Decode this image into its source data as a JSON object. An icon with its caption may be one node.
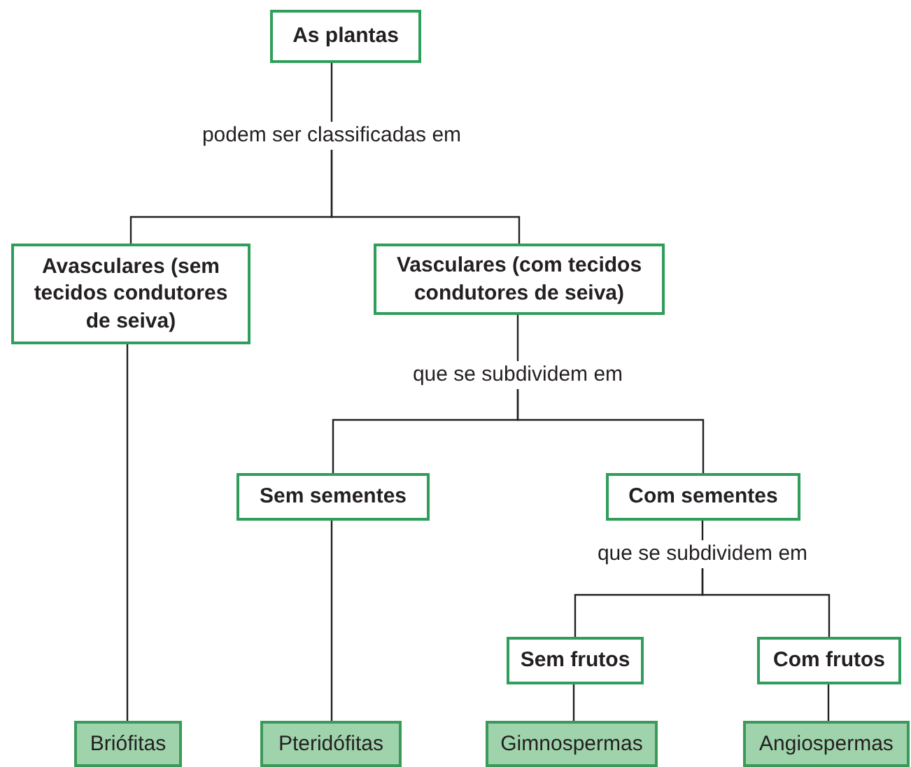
{
  "diagram": {
    "nodes": [
      {
        "text": [
          "As plantas"
        ]
      },
      {
        "text": [
          "podem ser classificadas em"
        ]
      },
      {
        "text": [
          "Avasculares (sem tecidos condutores de seiva)"
        ]
      },
      {
        "text": [
          "Vasculares (com tecidos condutores de seiva)"
        ]
      },
      {
        "text": [
          "que se subdividem em"
        ]
      },
      {
        "text": [
          "Sem sementes"
        ]
      },
      {
        "text": [
          "Com sementes"
        ]
      },
      {
        "text": [
          "que se subdividem em"
        ]
      },
      {
        "text": [
          "Sem frutos"
        ]
      },
      {
        "text": [
          "Com frutos"
        ]
      },
      {
        "text": [
          "Briófitas"
        ]
      },
      {
        "text": [
          "Pteridófitas"
        ]
      },
      {
        "text": [
          "Gimnospermas"
        ]
      },
      {
        "text": [
          "Angiospermas"
        ]
      }
    ],
    "edges": [
      {
        "from": 0,
        "to": 1,
        "arrow": "none"
      },
      {
        "from": 1,
        "to": 2,
        "arrow": "none"
      },
      {
        "from": 1,
        "to": 3,
        "arrow": "none"
      },
      {
        "from": 2,
        "to": 10,
        "arrow": "none"
      },
      {
        "from": 3,
        "to": 4,
        "arrow": "none"
      },
      {
        "from": 4,
        "to": 5,
        "arrow": "none"
      },
      {
        "from": 4,
        "to": 6,
        "arrow": "none"
      },
      {
        "from": 5,
        "to": 11,
        "arrow": "none"
      },
      {
        "from": 6,
        "to": 7,
        "arrow": "none"
      },
      {
        "from": 7,
        "to": 8,
        "arrow": "none"
      },
      {
        "from": 7,
        "to": 9,
        "arrow": "none"
      },
      {
        "from": 8,
        "to": 12,
        "arrow": "none"
      },
      {
        "from": 9,
        "to": 13,
        "arrow": "none"
      }
    ]
  }
}
